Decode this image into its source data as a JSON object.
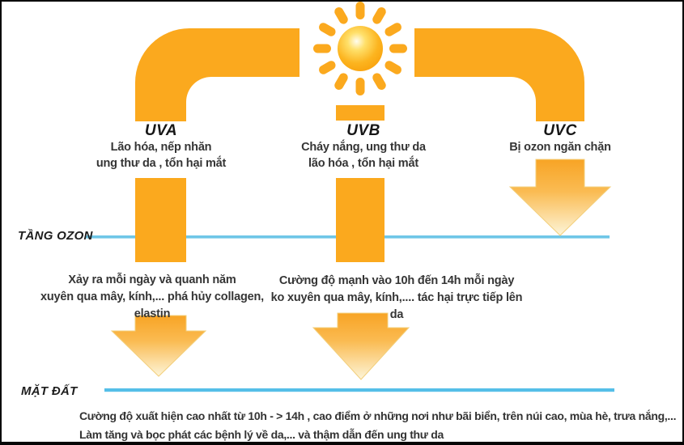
{
  "uv": {
    "uva": {
      "label": "UVA",
      "effects": [
        "Lão hóa, nếp nhăn",
        "ung thư da , tổn hại mắt"
      ],
      "below_ozone": [
        "Xảy ra mỗi ngày và quanh năm",
        "xuyên qua mây, kính,... phá hủy collagen, elastin"
      ]
    },
    "uvb": {
      "label": "UVB",
      "effects": [
        "Cháy nắng, ung thư da",
        "lão hóa , tổn hại mắt"
      ],
      "below_ozone": [
        "Cường độ mạnh vào 10h đến 14h mỗi ngày",
        "ko xuyên qua mây, kính,.... tác hại trực tiếp lên da"
      ]
    },
    "uvc": {
      "label": "UVC",
      "effects": [
        "Bị ozon ngăn chặn"
      ]
    }
  },
  "layers": {
    "ozone_label": "TẦNG OZON",
    "ground_label": "MẶT ĐẤT"
  },
  "footer": {
    "lines": [
      "Cường độ xuất hiện cao nhất từ 10h - > 14h ,  cao điểm ở những nơi như bãi biển, trên núi cao, mùa hè, trưa nắng,...",
      "Làm tăng và bọc phát các bệnh lý về da,... và thậm dẫn đến ung thư da"
    ]
  },
  "colors": {
    "pipe_orange": "#FBA91E",
    "arrow_fade_start": "#F8A425",
    "arrow_fade_end": "#FDF5D9",
    "ozone_line_blue": "#6FC6E7",
    "ground_line_blue": "#55BFE8",
    "text_dark": "#353535",
    "border_black": "#050505"
  }
}
